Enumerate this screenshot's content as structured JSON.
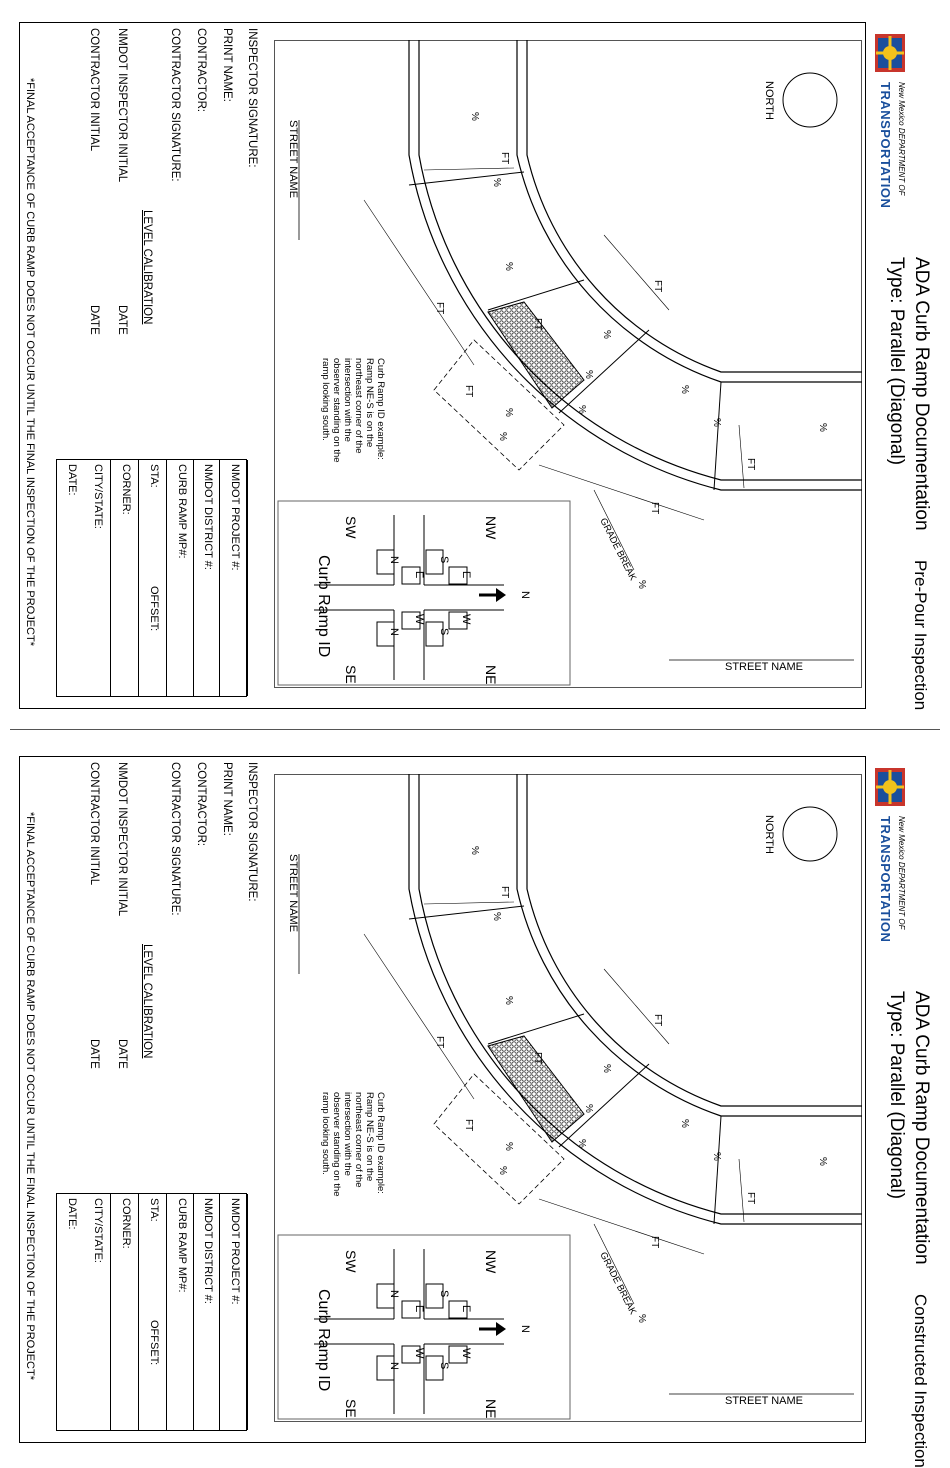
{
  "sheets": [
    {
      "title": "ADA Curb Ramp Documentation",
      "type_line": "Type: Parallel  (Diagonal)",
      "inspection": "Pre-Pour Inspection"
    },
    {
      "title": "ADA Curb Ramp Documentation",
      "type_line": "Type: Parallel  (Diagonal)",
      "inspection": "Constructed Inspection"
    }
  ],
  "logo": {
    "state": "New Mexico",
    "department_of": "DEPARTMENT OF",
    "agency": "TRANSPORTATION"
  },
  "drawing": {
    "north": "NORTH",
    "street_name_1": "STREET NAME",
    "street_name_2": "STREET NAME",
    "ft": "FT",
    "pct": "%",
    "grade_break": "GRADE BREAK",
    "example_note": [
      "Curb Ramp ID example:",
      "Ramp NE-S is on the",
      "northeast corner of the",
      "intersection with the",
      "observer standing on the",
      "ramp looking south."
    ]
  },
  "ramp_id_legend": {
    "title": "Curb Ramp ID",
    "nw": "NW",
    "ne": "NE",
    "sw": "SW",
    "se": "SE",
    "north_arrow": "N",
    "letters": {
      "s": "S",
      "e": "E",
      "n": "N",
      "w": "W"
    }
  },
  "form": {
    "inspector_signature": "INSPECTOR SIGNATURE:",
    "print_name": "PRINT NAME:",
    "contractor": "CONTRACTOR:",
    "contractor_signature": "CONTRACTOR SIGNATURE:",
    "level_calibration": "LEVEL CALIBRATION",
    "nmdot_inspector_initial": "NMDOT INSPECTOR INITIAL",
    "contractor_initial": "CONTRACTOR INITIAL",
    "date": "DATE",
    "disclaimer": "*FINAL ACCEPTANCE OF CURB RAMP DOES NOT OCCUR UNTIL THE FINAL INSPECTION OF THE PROJECT*"
  },
  "info_table": {
    "nmdot_project": "NMDOT PROJECT #:",
    "nmdot_district": "NMDOT DISTRICT #:",
    "curb_ramp_mp": "CURB RAMP MP#:",
    "sta": "STA:",
    "offset": "OFFSET:",
    "corner": "CORNER:",
    "city_state": "CITY/STATE:",
    "date": "DATE:"
  },
  "colors": {
    "line": "#000000",
    "logo_blue": "#1a4f9c",
    "logo_red": "#c8352c",
    "logo_yellow": "#f2c21b"
  }
}
